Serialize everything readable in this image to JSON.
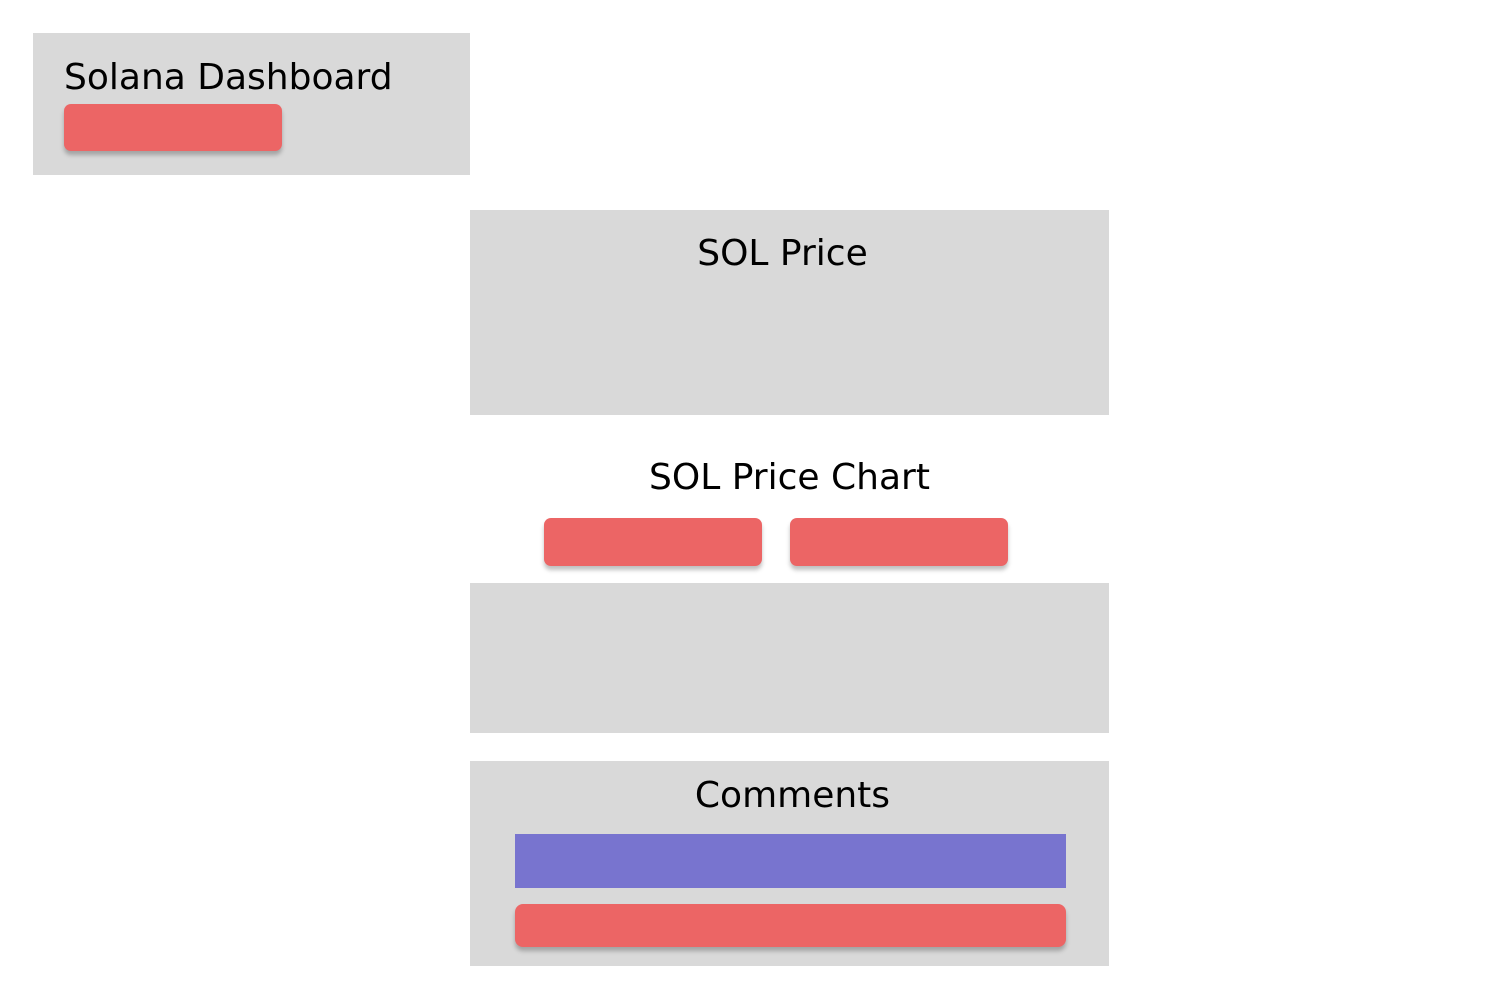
{
  "header": {
    "title": "Solana Dashboard",
    "button_label": ""
  },
  "price_card": {
    "title": "SOL Price",
    "value": ""
  },
  "chart_section": {
    "title": "SOL Price Chart",
    "buttons": [
      {
        "label": ""
      },
      {
        "label": ""
      }
    ]
  },
  "comments": {
    "title": "Comments",
    "input_value": "",
    "input_placeholder": "",
    "submit_label": ""
  },
  "colors": {
    "panel": "#d9d9d9",
    "button": "#ec6565",
    "input": "#7874cf",
    "background": "#ffffff"
  }
}
